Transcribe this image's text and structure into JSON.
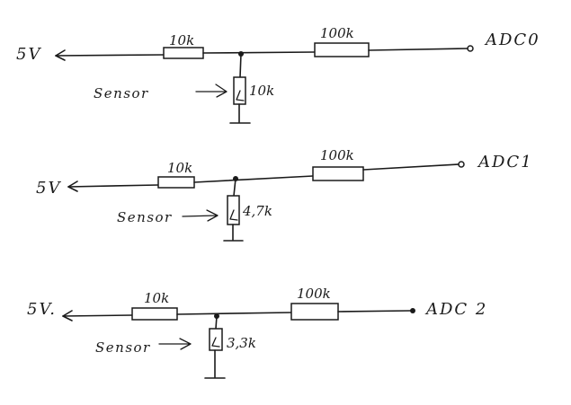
{
  "circuits": [
    {
      "supply_label": "5V",
      "series_resistor_label": "10k",
      "output_resistor_label": "100k",
      "output_label": "ADC0",
      "sensor_label": "Sensor",
      "sensor_resistor_label": "10k"
    },
    {
      "supply_label": "5V",
      "series_resistor_label": "10k",
      "output_resistor_label": "100k",
      "output_label": "ADC1",
      "sensor_label": "Sensor",
      "sensor_resistor_label": "4,7k"
    },
    {
      "supply_label": "5V.",
      "series_resistor_label": "10k",
      "output_resistor_label": "100k",
      "output_label": "ADC 2",
      "sensor_label": "Sensor",
      "sensor_resistor_label": "3,3k"
    }
  ]
}
